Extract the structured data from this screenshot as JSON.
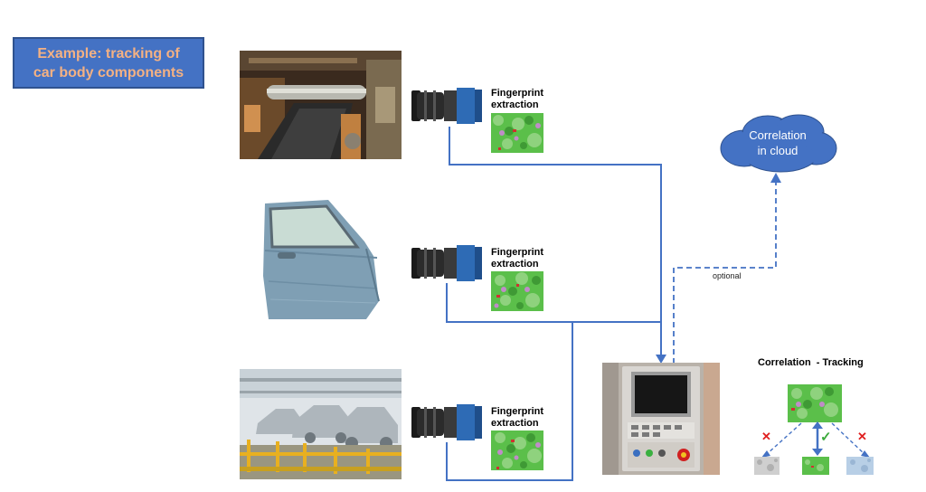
{
  "title": "Example: tracking of\ncar body components",
  "fingerprint_label": "Fingerprint\nextraction",
  "cloud_label": "Correlation\nin cloud",
  "optional_label": "optional",
  "correlation_title": "Correlation  - Tracking",
  "match_symbol": "✓",
  "nomatch_symbol": "✕",
  "colors": {
    "title_fill": "#4472c4",
    "title_text": "#f4b183",
    "line": "#4472c4",
    "cloud": "#4472c4",
    "camera_body": "#2e6bb5",
    "match": "#3caa3c",
    "nomatch": "#e02020"
  },
  "icons": [
    "camera-icon",
    "cloud-icon",
    "fingerprint-texture",
    "control-terminal"
  ],
  "stations": [
    {
      "photo": "press-machine-photo"
    },
    {
      "photo": "car-door-photo"
    },
    {
      "photo": "assembly-line-photo"
    }
  ]
}
